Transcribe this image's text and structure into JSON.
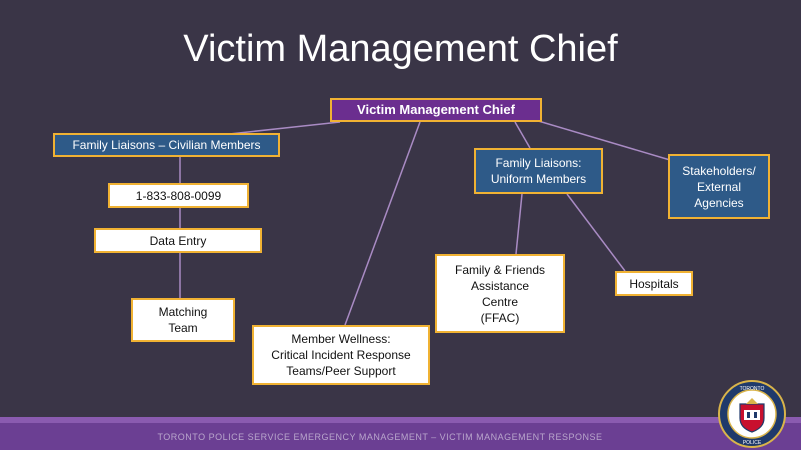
{
  "slide": {
    "title": "Victim Management Chief",
    "footer": "TORONTO POLICE SERVICE EMERGENCY MANAGEMENT – VICTIM MANAGEMENT RESPONSE"
  },
  "nodes": {
    "chief": "Victim Management Chief",
    "civilian": "Family Liaisons – Civilian Members",
    "phone": "1-833-808-0099",
    "data_entry": "Data Entry",
    "matching": "Matching\nTeam",
    "wellness": "Member Wellness:\nCritical Incident Response\nTeams/Peer Support",
    "uniform": "Family Liaisons:\nUniform Members",
    "ffac": "Family & Friends\nAssistance\nCentre\n(FFAC)",
    "hospitals": "Hospitals",
    "stakeholders": "Stakeholders/\nExternal\nAgencies"
  },
  "colors": {
    "background": "#3a3547",
    "chief_fill": "#6b2e8f",
    "blue_fill": "#2e5a88",
    "border": "#f0b233",
    "connector": "#a98bc4",
    "footer": "#6b3f93"
  },
  "logo": {
    "icon": "toronto-police-crest-icon",
    "text_top": "TORONTO",
    "text_bottom": "POLICE"
  }
}
